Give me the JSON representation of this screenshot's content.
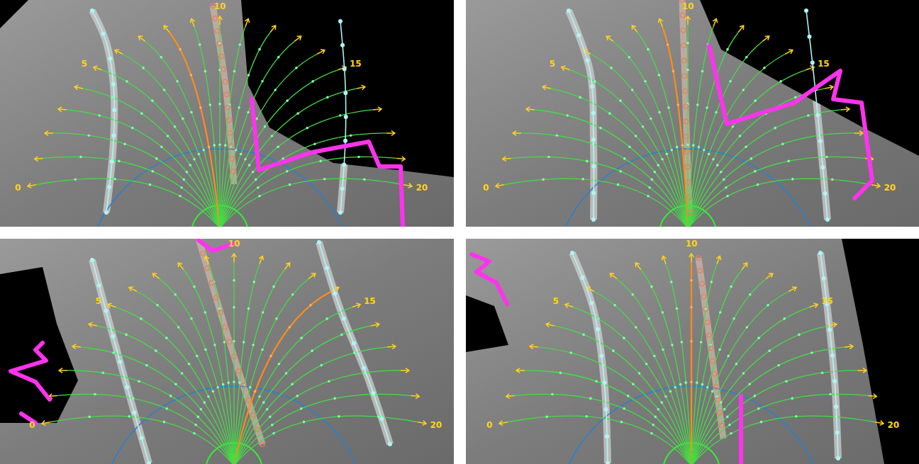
{
  "diagram": {
    "labels": [
      "0",
      "5",
      "10",
      "15",
      "20",
      "0",
      "5",
      "10",
      "15",
      "20",
      "0",
      "5",
      "10",
      "15",
      "20",
      "0",
      "5",
      "10",
      "15",
      "20"
    ]
  }
}
